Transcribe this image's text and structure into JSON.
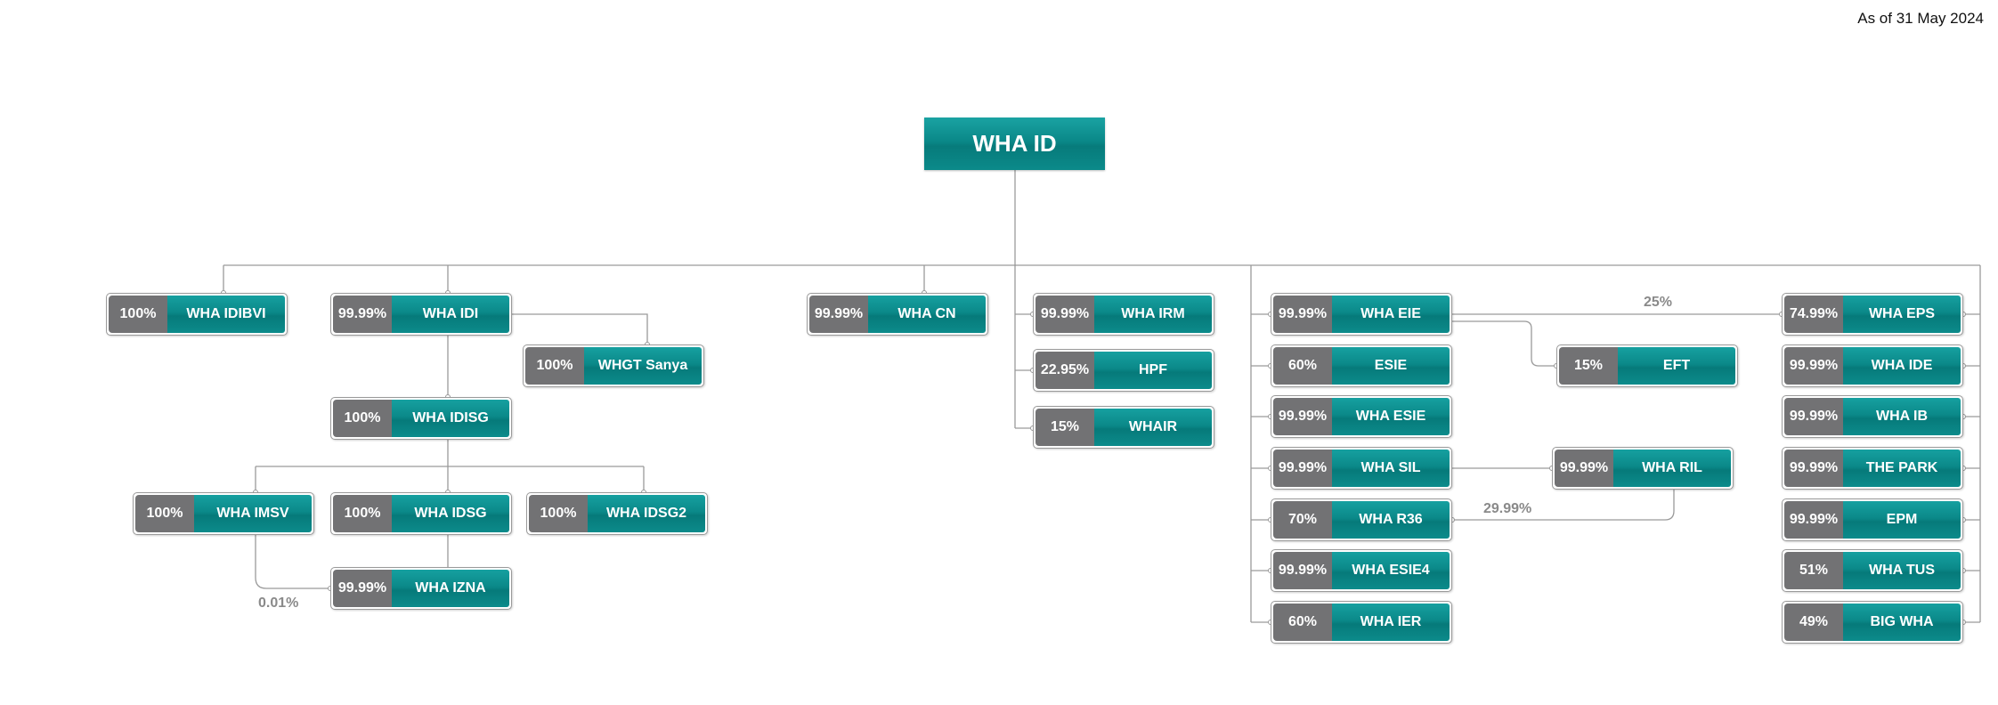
{
  "as_of": "As of 31 May 2024",
  "root": {
    "name": "WHA ID"
  },
  "entities": [
    {
      "id": "idibvi",
      "pct": "100%",
      "name": "WHA IDIBVI"
    },
    {
      "id": "idi",
      "pct": "99.99%",
      "name": "WHA IDI"
    },
    {
      "id": "wgsanya",
      "pct": "100%",
      "name": "WHGT Sanya"
    },
    {
      "id": "idisg",
      "pct": "100%",
      "name": "WHA IDISG"
    },
    {
      "id": "imsv",
      "pct": "100%",
      "name": "WHA IMSV"
    },
    {
      "id": "idsg",
      "pct": "100%",
      "name": "WHA IDSG"
    },
    {
      "id": "idsg2",
      "pct": "100%",
      "name": "WHA IDSG2"
    },
    {
      "id": "izna",
      "pct": "99.99%",
      "name": "WHA IZNA"
    },
    {
      "id": "cn",
      "pct": "99.99%",
      "name": "WHA CN"
    },
    {
      "id": "irm",
      "pct": "99.99%",
      "name": "WHA IRM"
    },
    {
      "id": "hpf",
      "pct": "22.95%",
      "name": "HPF"
    },
    {
      "id": "whair",
      "pct": "15%",
      "name": "WHAIR"
    },
    {
      "id": "eie",
      "pct": "99.99%",
      "name": "WHA EIE"
    },
    {
      "id": "esie_plain",
      "pct": "60%",
      "name": "ESIE"
    },
    {
      "id": "esie",
      "pct": "99.99%",
      "name": "WHA ESIE"
    },
    {
      "id": "sil",
      "pct": "99.99%",
      "name": "WHA SIL"
    },
    {
      "id": "r36",
      "pct": "70%",
      "name": "WHA R36"
    },
    {
      "id": "esie4",
      "pct": "99.99%",
      "name": "WHA ESIE4"
    },
    {
      "id": "ier",
      "pct": "60%",
      "name": "WHA IER"
    },
    {
      "id": "eft",
      "pct": "15%",
      "name": "EFT"
    },
    {
      "id": "ril",
      "pct": "99.99%",
      "name": "WHA RIL"
    },
    {
      "id": "eps",
      "pct": "74.99%",
      "name": "WHA EPS"
    },
    {
      "id": "ide",
      "pct": "99.99%",
      "name": "WHA IDE"
    },
    {
      "id": "ib",
      "pct": "99.99%",
      "name": "WHA IB"
    },
    {
      "id": "park",
      "pct": "99.99%",
      "name": "THE PARK"
    },
    {
      "id": "epm",
      "pct": "99.99%",
      "name": "EPM"
    },
    {
      "id": "tus",
      "pct": "51%",
      "name": "WHA TUS"
    },
    {
      "id": "big",
      "pct": "49%",
      "name": "BIG WHA"
    }
  ],
  "edge_labels": {
    "imsv_to_izna": "0.01%",
    "eie_to_eps": "25%",
    "ril_to_r36": "29.99%"
  },
  "colors": {
    "teal": "#0b8989",
    "percent_gray": "#727274",
    "connector": "#9a9a9a",
    "edge_label": "#8a8a8a"
  }
}
